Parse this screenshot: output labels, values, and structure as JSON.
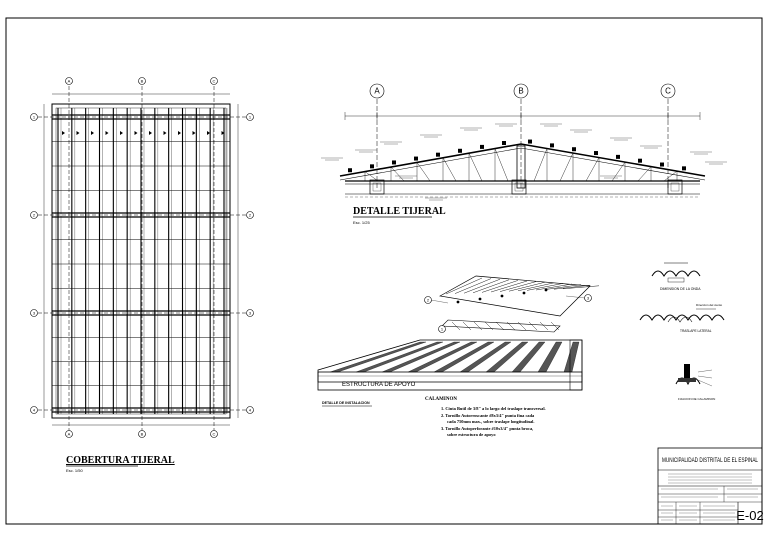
{
  "plan": {
    "title": "COBERTURA TIJERAL",
    "scale": "Esc. 1/50",
    "axes_top": [
      "A",
      "B",
      "C"
    ],
    "axes_side": [
      "1",
      "2",
      "3",
      "4"
    ]
  },
  "elevation": {
    "title": "DETALLE TIJERAL",
    "scale": "Esc. 1/25",
    "axes": [
      "A",
      "B",
      "C"
    ]
  },
  "install": {
    "title": "DETALLE DE INSTALACION",
    "subtitle": "CALAMINON",
    "support_label": "ESTRUCTURA DE APOYO",
    "callouts": [
      "1",
      "2",
      "3"
    ],
    "notes": [
      "1. Cinta Butil de 3/8\" a lo largo del traslape transversal.",
      "2. Tornillo Autorroscante #8x3/4\" punta fina cada",
      "cada 750mm max., sobre traslape longitudinal.",
      "3. Tornillo Autoperforante #10x3/4\" punta broca,",
      "sobre estructura de apoyo"
    ]
  },
  "details": {
    "wave_label": "DIMENSION DE LA ONDA",
    "overlap_label": "TRASLAPE LATERAL",
    "direction_label": "Dirección del viento",
    "fixing_label": "FIJACION DE CALAMINON"
  },
  "titleblock": {
    "org": "MUNICIPALIDAD DISTRITAL DE EL ESPINAL",
    "sheet_code": "E-02"
  },
  "colors": {
    "line": "#000000",
    "paper": "#ffffff"
  }
}
